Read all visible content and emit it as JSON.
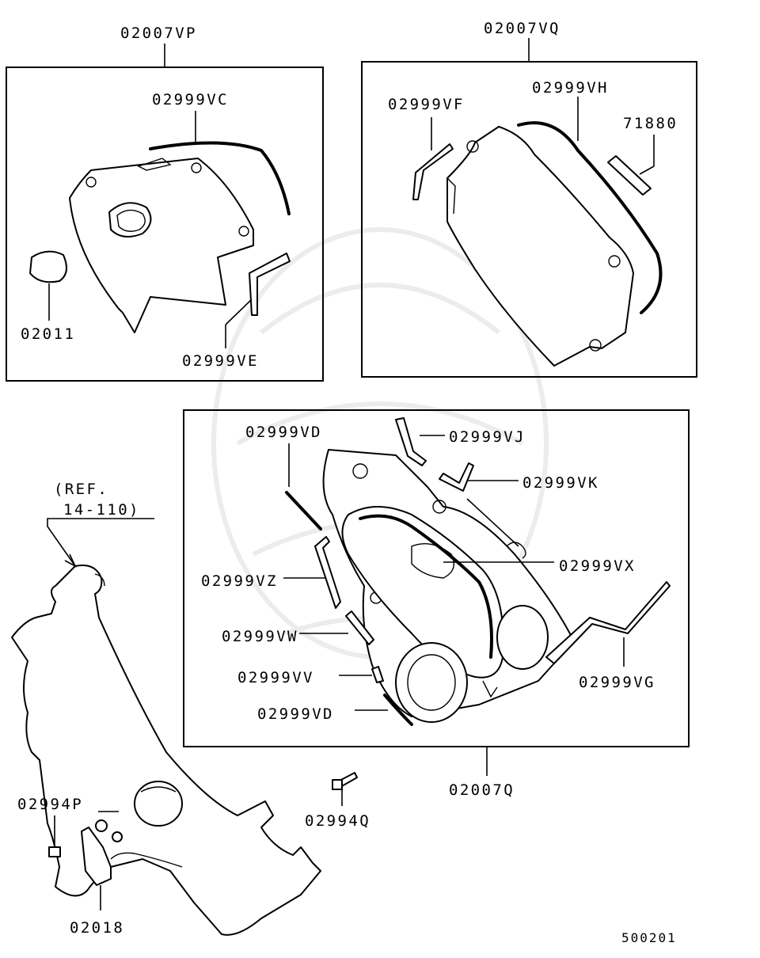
{
  "labels": {
    "p02007VP": "02007VP",
    "p02999VC": "02999VC",
    "p02011": "02011",
    "p02999VE": "02999VE",
    "p02007VQ": "02007VQ",
    "p02999VH": "02999VH",
    "p02999VF": "02999VF",
    "p71880": "71880",
    "p02999VD_top": "02999VD",
    "p02999VJ": "02999VJ",
    "p02999VK": "02999VK",
    "p02999VX": "02999VX",
    "p02999VZ": "02999VZ",
    "p02999VW": "02999VW",
    "p02999VV": "02999VV",
    "p02999VD_bottom": "02999VD",
    "p02999VG": "02999VG",
    "p02007Q": "02007Q",
    "p02994Q": "02994Q",
    "p02994P": "02994P",
    "p02018": "02018",
    "ref_line1": "(REF.",
    "ref_line2": "14-110)",
    "diagram_code": "500201"
  }
}
